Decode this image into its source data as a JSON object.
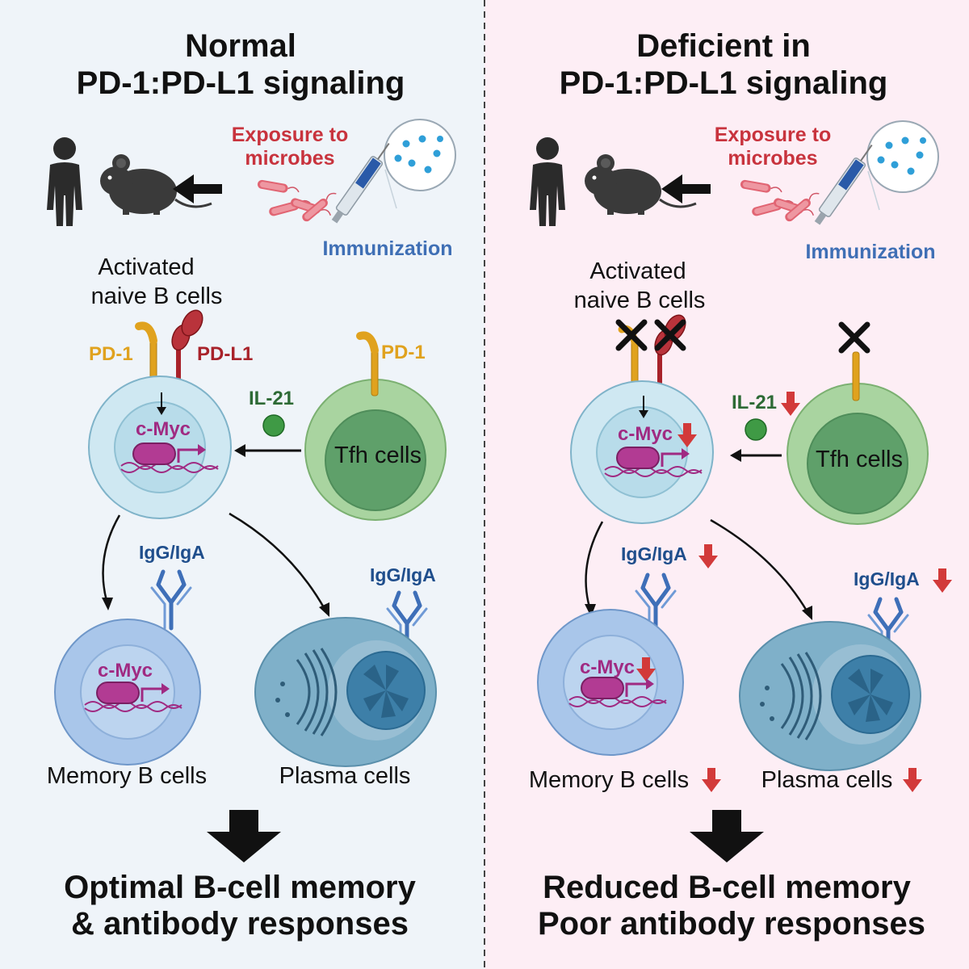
{
  "left": {
    "title_line1": "Normal",
    "title_line2": "PD-1:PD-L1 signaling",
    "microbes_line1": "Exposure to",
    "microbes_line2": "microbes",
    "immunization": "Immunization",
    "activated_line1": "Activated",
    "activated_line2": "naive B cells",
    "pd1": "PD-1",
    "pdl1": "PD-L1",
    "tfh_pd1": "PD-1",
    "il21": "IL-21",
    "cmyc": "c-Myc",
    "tfh": "Tfh cells",
    "igg_memory": "IgG/IgA",
    "igg_plasma": "IgG/IgA",
    "memory_cmyc": "c-Myc",
    "memory": "Memory B cells",
    "plasma": "Plasma cells",
    "outcome_line1": "Optimal B-cell memory",
    "outcome_line2": "& antibody responses"
  },
  "right": {
    "title_line1": "Deficient in",
    "title_line2": "PD-1:PD-L1 signaling",
    "microbes_line1": "Exposure to",
    "microbes_line2": "microbes",
    "immunization": "Immunization",
    "activated_line1": "Activated",
    "activated_line2": "naive B cells",
    "il21": "IL-21",
    "cmyc": "c-Myc",
    "tfh": "Tfh cells",
    "igg_memory": "IgG/IgA",
    "igg_plasma": "IgG/IgA",
    "memory_cmyc": "c-Myc",
    "memory": "Memory B cells",
    "plasma": "Plasma cells",
    "outcome_line1": "Reduced B-cell memory",
    "outcome_line2": "Poor antibody responses"
  },
  "colors": {
    "left_bg": "#eff4f9",
    "right_bg": "#fdeef5",
    "b_cell": "#cfe8f2",
    "tfh_cell": "#a9d4a0",
    "memory_cell": "#a9c6ea",
    "plasma_cell": "#7fb0c9",
    "pd1": "#e0a21e",
    "pdl1": "#a8222a",
    "down_arrow": "#d23a3a",
    "myc": "#a02a82"
  },
  "icons": [
    "human-icon",
    "mouse-icon",
    "bacteria-icon",
    "syringe-icon",
    "x-mark-icon",
    "down-arrow-icon",
    "antibody-icon",
    "il21-molecule-icon"
  ]
}
